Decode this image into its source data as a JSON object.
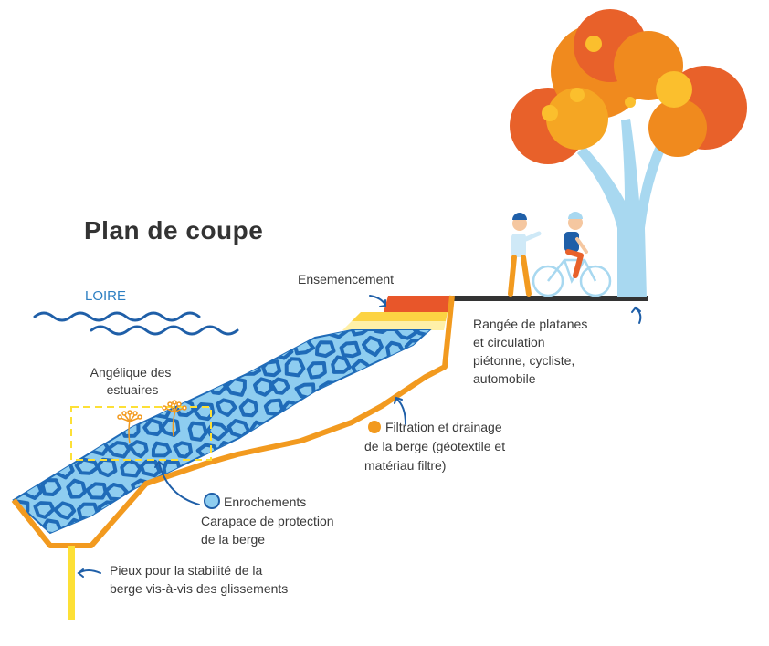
{
  "title": "Plan de coupe",
  "river": {
    "label": "LOIRE"
  },
  "labels": {
    "ensemencement": "Ensemencement",
    "platanes": [
      "Rangée de platanes",
      "et circulation",
      "piétonne, cycliste,",
      "automobile"
    ],
    "angelique": [
      "Angélique des",
      "estuaires"
    ],
    "filtration": [
      "Filtration et drainage",
      "de la berge (géotextile et",
      "matériau filtre)"
    ],
    "enrochements": [
      "Enrochements",
      "Carapace de protection",
      "de la berge"
    ],
    "pieux": [
      "Pieux  pour la stabilité de la",
      "berge vis-à-vis des glissements"
    ]
  },
  "colors": {
    "water": "#1f5fa8",
    "stone": "#8ecdf0",
    "stone_outline": "#1f6bb8",
    "filter": "#f29a1f",
    "pile": "#fde036",
    "seed_top": "#e8562a",
    "seed_bottom": "#fcd343",
    "tree_trunk": "#a8d8f0",
    "foliage_dark": "#e8612a",
    "foliage_mid": "#f08a1e",
    "foliage_light": "#fbbf2d",
    "road": "#333333",
    "arrow": "#1f5fa8"
  },
  "icons": {
    "filter_marker": "orange-dot-icon",
    "stone_marker": "blue-dot-icon",
    "pointer": "curved-arrow-icon"
  }
}
